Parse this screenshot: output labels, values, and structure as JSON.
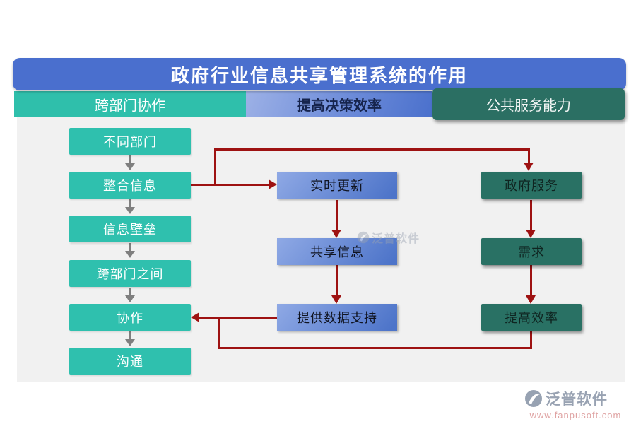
{
  "title": "政府行业信息共享管理系统的作用",
  "columns": [
    {
      "header": "跨部门协作",
      "boxes": [
        "不同部门",
        "整合信息",
        "信息壁垒",
        "跨部门之间",
        "协作",
        "沟通"
      ]
    },
    {
      "header": "提高决策效率",
      "boxes": [
        "实时更新",
        "共享信息",
        "提供数据支持"
      ]
    },
    {
      "header": "公共服务能力",
      "boxes": [
        "政府服务",
        "需求",
        "提高效率"
      ]
    }
  ],
  "connections": [
    {
      "from": "不同部门",
      "to": "整合信息",
      "style": "gray-down-arrow"
    },
    {
      "from": "整合信息",
      "to": "信息壁垒",
      "style": "gray-down-arrow"
    },
    {
      "from": "信息壁垒",
      "to": "跨部门之间",
      "style": "gray-down-arrow"
    },
    {
      "from": "跨部门之间",
      "to": "协作",
      "style": "gray-down-arrow"
    },
    {
      "from": "协作",
      "to": "沟通",
      "style": "gray-down-arrow"
    },
    {
      "from": "整合信息",
      "to": "实时更新",
      "style": "red-arrow"
    },
    {
      "from": "整合信息",
      "to": "政府服务",
      "style": "red-arrow-routed-top"
    },
    {
      "from": "实时更新",
      "to": "共享信息",
      "style": "red-arrow"
    },
    {
      "from": "共享信息",
      "to": "提供数据支持",
      "style": "red-arrow"
    },
    {
      "from": "政府服务",
      "to": "需求",
      "style": "red-arrow"
    },
    {
      "from": "需求",
      "to": "提高效率",
      "style": "red-arrow"
    },
    {
      "from": "提供数据支持",
      "to": "协作",
      "style": "red-arrow"
    },
    {
      "from": "提高效率",
      "to": "协作",
      "style": "red-arrow-routed-bottom"
    }
  ],
  "watermark": {
    "text": "泛普软件"
  },
  "footer": {
    "brand": "泛普软件",
    "url": "www.fanpusoft.com"
  },
  "colors": {
    "title_bar": "#4a6fce",
    "tab_cross_department": "#2fbfab",
    "tab_decision_gradient": [
      "#9db1e6",
      "#4a70cc"
    ],
    "tab_public_service": "#2b6f63",
    "left_box": "#2fc0ae",
    "middle_box_gradient": [
      "#8fa9e5",
      "#4d74c9"
    ],
    "right_box": "#297164",
    "red_connector": "#9e1212",
    "gray_arrow": "#7f7f7f",
    "panel_background": "#f1f1f1"
  }
}
